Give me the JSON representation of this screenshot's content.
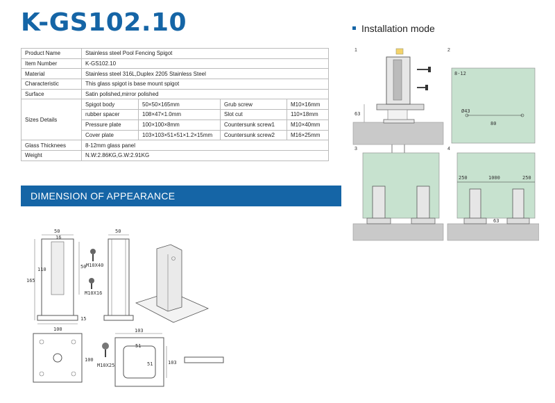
{
  "title": "K-GS102.10",
  "installation": {
    "heading": "Installation mode"
  },
  "specs": {
    "product_name": {
      "label": "Product Name",
      "value": "Stainless steel Pool Fencing Spigot"
    },
    "item_number": {
      "label": "Item Number",
      "value": "K-GS102.10"
    },
    "material": {
      "label": "Material",
      "value": "Stainless steel 316L,Duplex   2205 Stainless Steel"
    },
    "characteristic": {
      "label": "Characteristic",
      "value": "This glass spigot is base mount spigot"
    },
    "surface": {
      "label": "Surface",
      "value": "Satin polished,mirror polished"
    },
    "sizes": {
      "label": "Sizes Details",
      "rows": [
        {
          "name1": "Spigot body",
          "val1": "50×50×165mm",
          "name2": "Grub screw",
          "val2": "M10×16mm"
        },
        {
          "name1": "rubber spacer",
          "val1": "108×47×1.0mm",
          "name2": "Slot cut",
          "val2": "110×18mm"
        },
        {
          "name1": "Pressure plate",
          "val1": "100×100×8mm",
          "name2": "Countersunk screw1",
          "val2": "M10×40mm"
        },
        {
          "name1": "Cover plate",
          "val1": "103×103×51×51×1.2×15mm",
          "name2": "Countersunk screw2",
          "val2": "M16×25mm"
        }
      ]
    },
    "glass": {
      "label": "Glass Thicknees",
      "value": "8-12mm glass panel"
    },
    "weight": {
      "label": "Weight",
      "value": "N.W:2.86KG,G.W:2.91KG"
    }
  },
  "dimension": {
    "banner": "DIMENSION OF APPEARANCE",
    "labels": {
      "w50a": "50",
      "w16": "16",
      "h165": "165",
      "h110": "110",
      "h50": "50",
      "h15": "15",
      "w50b": "50",
      "w100": "100",
      "h100": "100",
      "m10x40": "M10X40",
      "m10x16": "M10X16",
      "m10x25": "M10X25",
      "w103": "103",
      "w51": "51",
      "h51": "51",
      "h103": "103"
    }
  },
  "install_labels": {
    "s1": "1",
    "s2": "2",
    "s3": "3",
    "s4": "4",
    "d812": "8-12",
    "d43": "Ø43",
    "d80": "80",
    "d63": "63",
    "d63b": "63",
    "d250a": "250",
    "d1000": "1000",
    "d250b": "250"
  },
  "colors": {
    "brand": "#1565a6",
    "glass": "#c7e2cf",
    "ground": "#c9c9c9"
  }
}
